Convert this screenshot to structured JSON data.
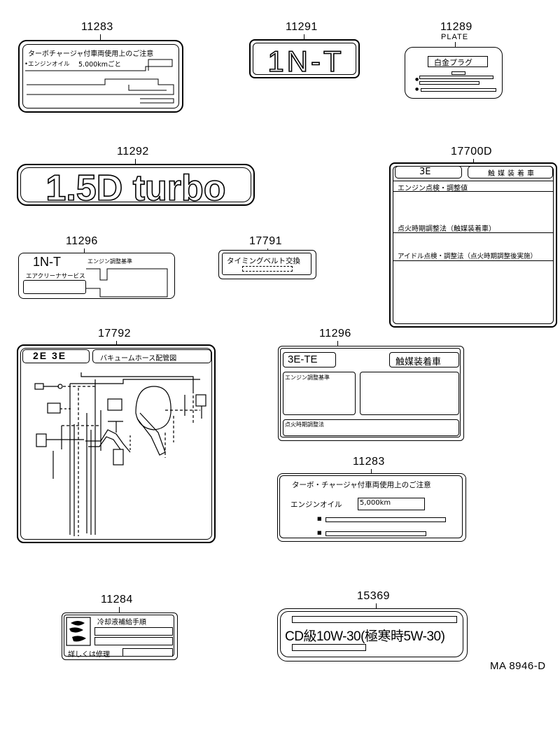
{
  "labels": {
    "p11283a": {
      "part_no": "11283",
      "title": "ターボチャージャ付車両使用上のご注意",
      "oil_label": "•エンジンオイル",
      "oil_value": "5.000kmごと"
    },
    "p11291": {
      "part_no": "11291",
      "text": "1N-T"
    },
    "p11289": {
      "part_no": "11289",
      "sub": "PLATE",
      "title": "白金プラグ"
    },
    "p11292": {
      "part_no": "11292",
      "text": "1.5D turbo"
    },
    "p17700d": {
      "part_no": "17700D",
      "engine": "3E",
      "badge": "触媒装着車",
      "row1": "エンジン点検・調整値",
      "row2": "点火時期調整法（触媒装着車）",
      "row3": "アイドル点検・調整法（点火時期調整後実施）"
    },
    "p11296a": {
      "part_no": "11296",
      "engine": "1N-T",
      "adjust": "エンジン調整基準",
      "air": "エアクリーナサービス"
    },
    "p17791": {
      "part_no": "17791",
      "text": "タイミングベルト交換"
    },
    "p17792": {
      "part_no": "17792",
      "engines": "2E 3E",
      "title": "バキュームホース配管図"
    },
    "p11296b": {
      "part_no": "11296",
      "engine": "3E-TE",
      "badge": "触媒装着車",
      "cell": "エンジン調整基準",
      "row": "点火時期調整法"
    },
    "p11283b": {
      "part_no": "11283",
      "title": "ターボ・チャージャ付車両使用上のご注意",
      "oil_label": "エンジンオイル",
      "oil_value": "5,000km"
    },
    "p11284": {
      "part_no": "11284",
      "title": "冷却液補給手順",
      "bottom": "詳しくは修理"
    },
    "p15369": {
      "part_no": "15369",
      "text": "CD級10W-30(極寒時5W-30)"
    }
  },
  "figure_code": "MA 8946-D"
}
